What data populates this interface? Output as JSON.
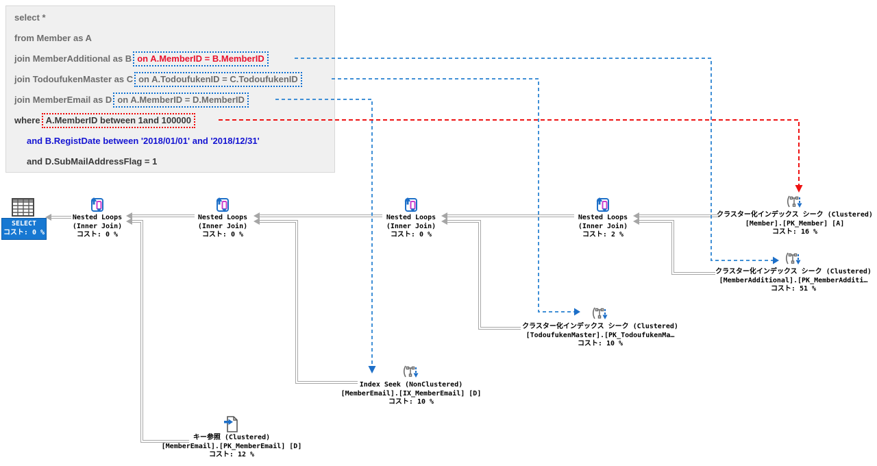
{
  "sql": {
    "lines": [
      {
        "segments": [
          {
            "text": "select *",
            "color": "gray"
          }
        ]
      },
      {
        "segments": [
          {
            "text": "from Member as A",
            "color": "gray"
          }
        ]
      },
      {
        "segments": [
          {
            "text": "join MemberAdditional as B",
            "color": "gray"
          },
          {
            "text": "on A.MemberID = B.MemberID",
            "color": "red",
            "box": "blue-dotted"
          }
        ]
      },
      {
        "segments": [
          {
            "text": "join TodoufukenMaster as C",
            "color": "gray"
          },
          {
            "text": "on A.TodoufukenID = C.TodoufukenID",
            "color": "gray",
            "box": "blue-dotted"
          }
        ]
      },
      {
        "segments": [
          {
            "text": "join MemberEmail as D",
            "color": "gray"
          },
          {
            "text": "on A.MemberID = D.MemberID",
            "color": "gray",
            "box": "blue-dotted"
          }
        ]
      },
      {
        "segments": [
          {
            "text": "where",
            "color": "dark"
          },
          {
            "text": "A.MemberID between 1and 100000",
            "color": "dark",
            "box": "red-dotted"
          }
        ]
      },
      {
        "segments": [
          {
            "text": "and B.RegistDate between '2018/01/01' and '2018/12/31'",
            "color": "blue",
            "indent": true
          }
        ]
      },
      {
        "segments": [
          {
            "text": "and D.SubMailAddressFlag = 1",
            "color": "dark",
            "indent": true
          }
        ]
      }
    ]
  },
  "plan": {
    "select_node": {
      "label": "SELECT",
      "cost": "コスト: 0 %"
    },
    "nl1": {
      "name": "Nested Loops",
      "sub": "(Inner Join)",
      "cost": "コスト: 0 %"
    },
    "nl2": {
      "name": "Nested Loops",
      "sub": "(Inner Join)",
      "cost": "コスト: 0 %"
    },
    "nl3": {
      "name": "Nested Loops",
      "sub": "(Inner Join)",
      "cost": "コスト: 0 %"
    },
    "nl4": {
      "name": "Nested Loops",
      "sub": "(Inner Join)",
      "cost": "コスト: 2 %"
    },
    "seek_member": {
      "name": "クラスター化インデックス シーク (Clustered)",
      "object": "[Member].[PK_Member] [A]",
      "cost": "コスト: 16 %"
    },
    "seek_member_additional": {
      "name": "クラスター化インデックス シーク (Clustered)",
      "object": "[MemberAdditional].[PK_MemberAdditi…",
      "cost": "コスト: 51 %"
    },
    "seek_todoufuken": {
      "name": "クラスター化インデックス シーク (Clustered)",
      "object": "[TodoufukenMaster].[PK_TodoufukenMa…",
      "cost": "コスト: 10 %"
    },
    "index_seek_memberemail": {
      "name": "Index Seek (NonClustered)",
      "object": "[MemberEmail].[IX_MemberEmail] [D]",
      "cost": "コスト: 10 %"
    },
    "key_lookup": {
      "name": "キー参照 (Clustered)",
      "object": "[MemberEmail].[PK_MemberEmail] [D]",
      "cost": "コスト: 12 %"
    }
  },
  "colors": {
    "select_label_bg": "#1778d2",
    "annotation_blue": "#3f8fd6",
    "annotation_red": "#ee1111",
    "highlight_box_blue": "#0a6fd2",
    "highlight_box_red": "#f00505",
    "connector_gray": "#a6a6a6",
    "sql_gray": "#6d6d6d",
    "sql_dark": "#383838",
    "sql_blue": "#1414d2",
    "sql_red": "#e8112d",
    "nested_loops_icon_blue": "#1d6fc8",
    "nested_loops_icon_pink": "#cb3ccb"
  }
}
